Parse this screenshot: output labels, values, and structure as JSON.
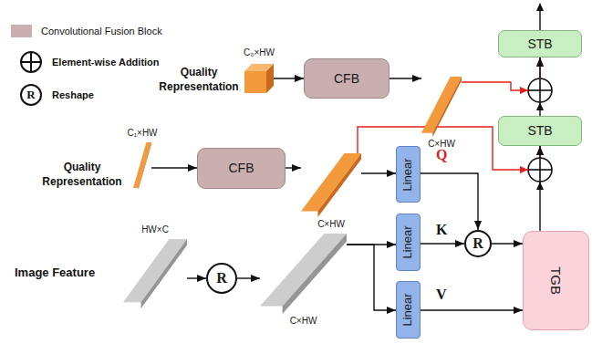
{
  "diagram": {
    "nodes": [
      {
        "text": [
          "C₀×HW"
        ]
      },
      {
        "text": [
          "CFB"
        ]
      },
      {
        "text": [
          "C×HW"
        ]
      },
      {
        "text": [
          "STB"
        ]
      },
      {
        "text": [
          "STB"
        ]
      },
      {
        "text": [
          "C₁×HW"
        ]
      },
      {
        "text": [
          "CFB"
        ]
      },
      {
        "text": [
          "C×HW"
        ]
      },
      {
        "text": [
          "Linear"
        ]
      },
      {
        "text": [
          "Linear"
        ]
      },
      {
        "text": [
          "Linear"
        ]
      },
      {
        "text": [
          "R"
        ]
      },
      {
        "text": [
          "TGB"
        ]
      },
      {
        "text": [
          "HW×C"
        ]
      },
      {
        "text": [
          "R"
        ]
      },
      {
        "text": [
          "C×HW"
        ]
      }
    ],
    "edges": [
      {
        "from": 0,
        "to": 1,
        "arrow": "to"
      },
      {
        "from": 1,
        "to": 2,
        "arrow": "to"
      },
      {
        "from": 2,
        "to": 3,
        "arrow": "to"
      },
      {
        "from": 4,
        "to": 3,
        "arrow": "to"
      },
      {
        "from": 5,
        "to": 6,
        "arrow": "to"
      },
      {
        "from": 6,
        "to": 7,
        "arrow": "to"
      },
      {
        "from": 7,
        "to": 8,
        "arrow": "to"
      },
      {
        "from": 7,
        "to": 4,
        "arrow": "to"
      },
      {
        "from": 12,
        "to": 4,
        "arrow": "to"
      },
      {
        "from": 8,
        "to": 11,
        "label": "Q",
        "arrow": "to"
      },
      {
        "from": 9,
        "to": 11,
        "label": "K",
        "arrow": "to"
      },
      {
        "from": 11,
        "to": 12,
        "arrow": "to"
      },
      {
        "from": 10,
        "to": 12,
        "label": "V",
        "arrow": "to"
      },
      {
        "from": 13,
        "to": 14,
        "arrow": "to"
      },
      {
        "from": 14,
        "to": 15,
        "arrow": "to"
      },
      {
        "from": 15,
        "to": 9,
        "arrow": "to"
      },
      {
        "from": 15,
        "to": 10,
        "arrow": "to"
      }
    ],
    "labels": [
      "Quality Representation",
      "Quality Representation",
      "Image Feature",
      "R"
    ],
    "legend": [
      {
        "text": "Convolutional Fusion Block",
        "color": "#c9afb0"
      },
      {
        "text": "Element-wise Addition"
      },
      {
        "text": "Reshape"
      }
    ]
  }
}
